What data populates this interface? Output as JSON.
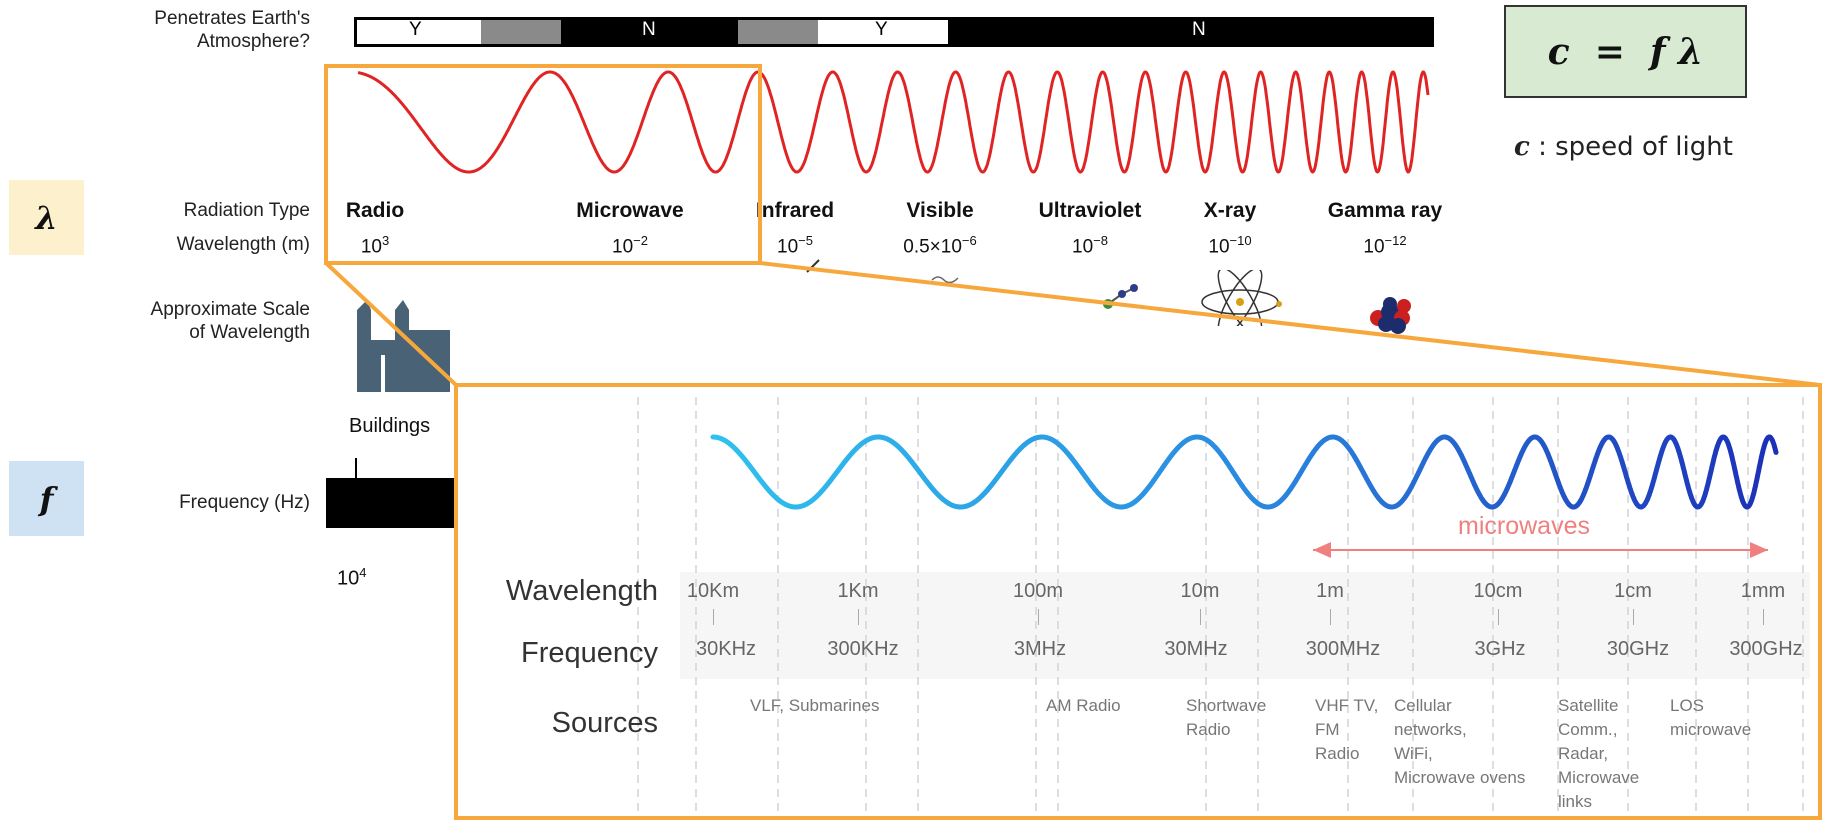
{
  "atmosphere": {
    "label_line1": "Penetrates Earth's",
    "label_line2": "Atmosphere?",
    "segments": [
      "Y",
      "N",
      "Y",
      "N"
    ]
  },
  "labels": {
    "radiation_type": "Radiation Type",
    "wavelength": "Wavelength (m)",
    "scale_line1": "Approximate Scale",
    "scale_line2": "of Wavelength",
    "frequency": "Frequency (Hz)",
    "buildings": "Buildings",
    "freq_tick_base": "10",
    "freq_tick_exp": "4"
  },
  "radiation": [
    {
      "type": "Radio",
      "mant": "10",
      "exp": "3"
    },
    {
      "type": "Microwave",
      "mant": "10",
      "exp": "−2"
    },
    {
      "type": "Infrared",
      "mant": "10",
      "exp": "−5"
    },
    {
      "type": "Visible",
      "mant": "0.5×10",
      "exp": "−6"
    },
    {
      "type": "Ultraviolet",
      "mant": "10",
      "exp": "−8"
    },
    {
      "type": "X-ray",
      "mant": "10",
      "exp": "−10"
    },
    {
      "type": "Gamma ray",
      "mant": "10",
      "exp": "−12"
    }
  ],
  "side_symbols": {
    "lambda": "λ",
    "f": "f"
  },
  "colors": {
    "lambda_bg": "#fdf0cd",
    "f_bg": "#cfe2f3",
    "highlight": "#f6a83c",
    "red_wave": "#e02424",
    "microwaves_arrow": "#f08080"
  },
  "equation": {
    "text": "c  =  f λ"
  },
  "note": {
    "symbol": "c",
    "text": " : speed of light"
  },
  "zoom": {
    "row_labels": {
      "wavelength": "Wavelength",
      "frequency": "Frequency",
      "sources": "Sources"
    },
    "microwaves_label": "microwaves",
    "wavelengths": [
      "10Km",
      "1Km",
      "100m",
      "10m",
      "1m",
      "10cm",
      "1cm",
      "1mm"
    ],
    "frequencies": [
      "30KHz",
      "300KHz",
      "3MHz",
      "30MHz",
      "300MHz",
      "3GHz",
      "30GHz",
      "300GHz"
    ],
    "sources": [
      "VLF, Submarines",
      "AM Radio",
      "Shortwave\nRadio",
      "VHF TV,\nFM\nRadio",
      "Cellular\nnetworks,\nWiFi,\nMicrowave ovens",
      "Satellite\nComm.,\nRadar,\nMicrowave\nlinks",
      "LOS\nmicrowave"
    ]
  }
}
